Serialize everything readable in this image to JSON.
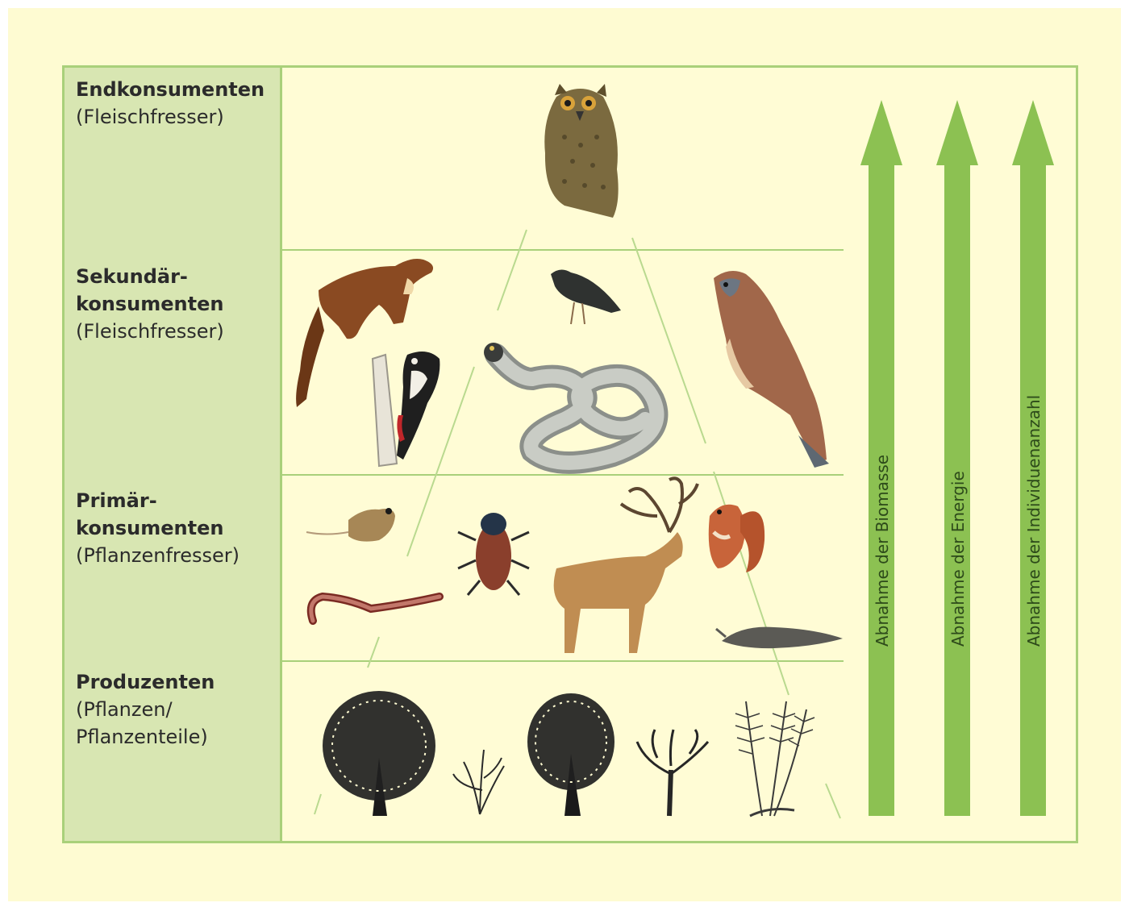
{
  "levels": [
    {
      "title": "Endkonsumenten",
      "subtitle": "(Fleischfresser)"
    },
    {
      "title_line1": "Sekundär-",
      "title_line2": "konsumenten",
      "subtitle": "(Fleischfresser)"
    },
    {
      "title_line1": "Primär-",
      "title_line2": "konsumenten",
      "subtitle": "(Pflanzenfresser)"
    },
    {
      "title": "Produzenten",
      "subtitle_line1": "(Pflanzen/",
      "subtitle_line2": "Pflanzenteile)"
    }
  ],
  "arrows": [
    {
      "label": "Abnahme der Biomasse"
    },
    {
      "label": "Abnahme der Energie"
    },
    {
      "label": "Abnahme der Individuenanzahl"
    }
  ],
  "illustrations": {
    "level1": [
      "owl-icon"
    ],
    "level2": [
      "marten-icon",
      "woodpecker-icon",
      "starling-icon",
      "snake-icon",
      "kestrel-icon"
    ],
    "level3": [
      "mouse-icon",
      "earthworm-icon",
      "beetle-icon",
      "deer-icon",
      "squirrel-icon",
      "slug-icon"
    ],
    "level4": [
      "tree-icon",
      "shrub-icon",
      "tree-icon",
      "tree-icon",
      "fern-icon"
    ]
  },
  "colors": {
    "background": "#fefbd2",
    "panel": "#d8e6b2",
    "frame": "#a9d07a",
    "arrow": "#8cc152"
  }
}
